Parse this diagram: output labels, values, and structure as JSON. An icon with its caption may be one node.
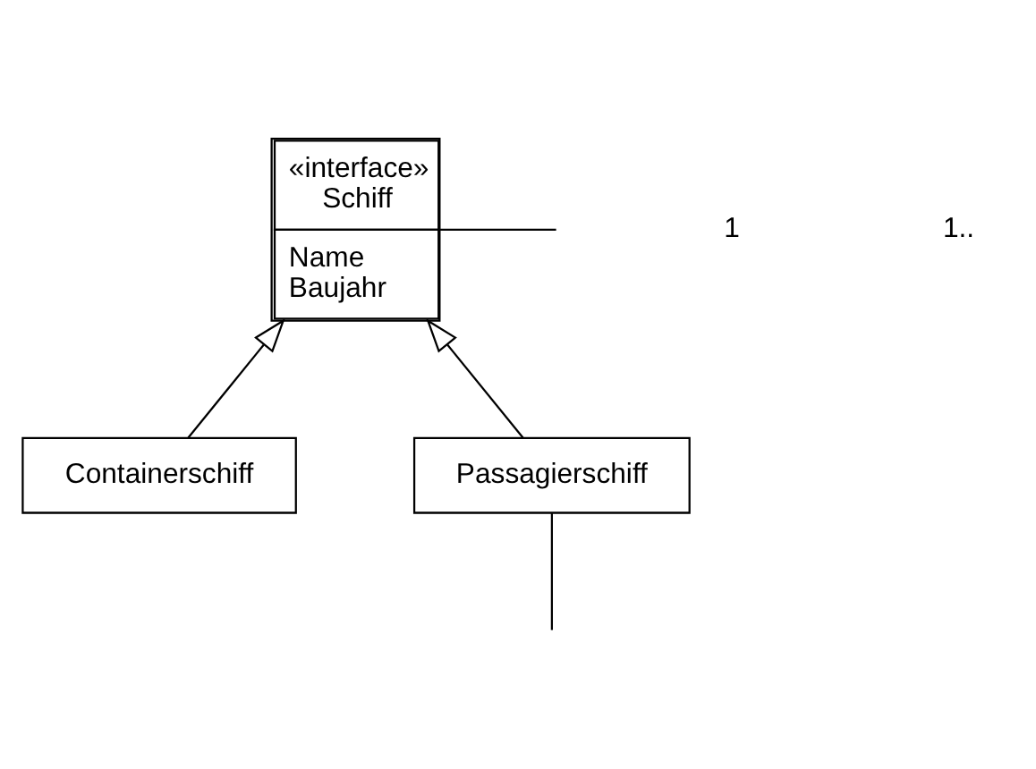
{
  "diagram": {
    "nodes": [
      {
        "text": [
          "«interface»",
          "Schiff",
          "Name",
          "Baujahr"
        ]
      },
      {
        "text": [
          "Containerschiff"
        ]
      },
      {
        "text": [
          "Passagierschiff"
        ]
      }
    ],
    "edges": [
      {
        "from": 1,
        "to": 0,
        "arrow": "to"
      },
      {
        "from": 2,
        "to": 0,
        "arrow": "to"
      },
      {
        "from": 0,
        "to": null,
        "arrow": "none"
      },
      {
        "from": 2,
        "to": null,
        "arrow": "none"
      }
    ],
    "labels": [
      "1",
      "1.."
    ]
  }
}
